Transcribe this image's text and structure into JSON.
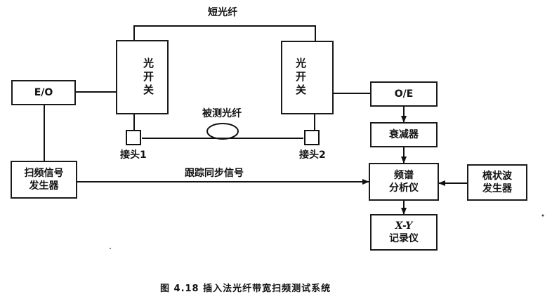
{
  "labels": {
    "short_fiber": "短光纤",
    "fiber_under_test": "被测光纤",
    "connector1": "接头1",
    "connector2": "接头2",
    "sync_signal": "跟踪同步信号"
  },
  "boxes": {
    "eo": "E/O",
    "oe": "O/E",
    "switch_left": "光开关",
    "switch_right": "光开关",
    "sweep_gen_line1": "扫频信号",
    "sweep_gen_line2": "发生器",
    "attenuator": "衰减器",
    "analyzer_line1": "频谱",
    "analyzer_line2": "分析仪",
    "comb_gen_line1": "梳状波",
    "comb_gen_line2": "发生器",
    "recorder_line1": "X-Y",
    "recorder_line2": "记录仪"
  },
  "caption": "图 4.18   插入法光纤带宽扫频测试系统"
}
